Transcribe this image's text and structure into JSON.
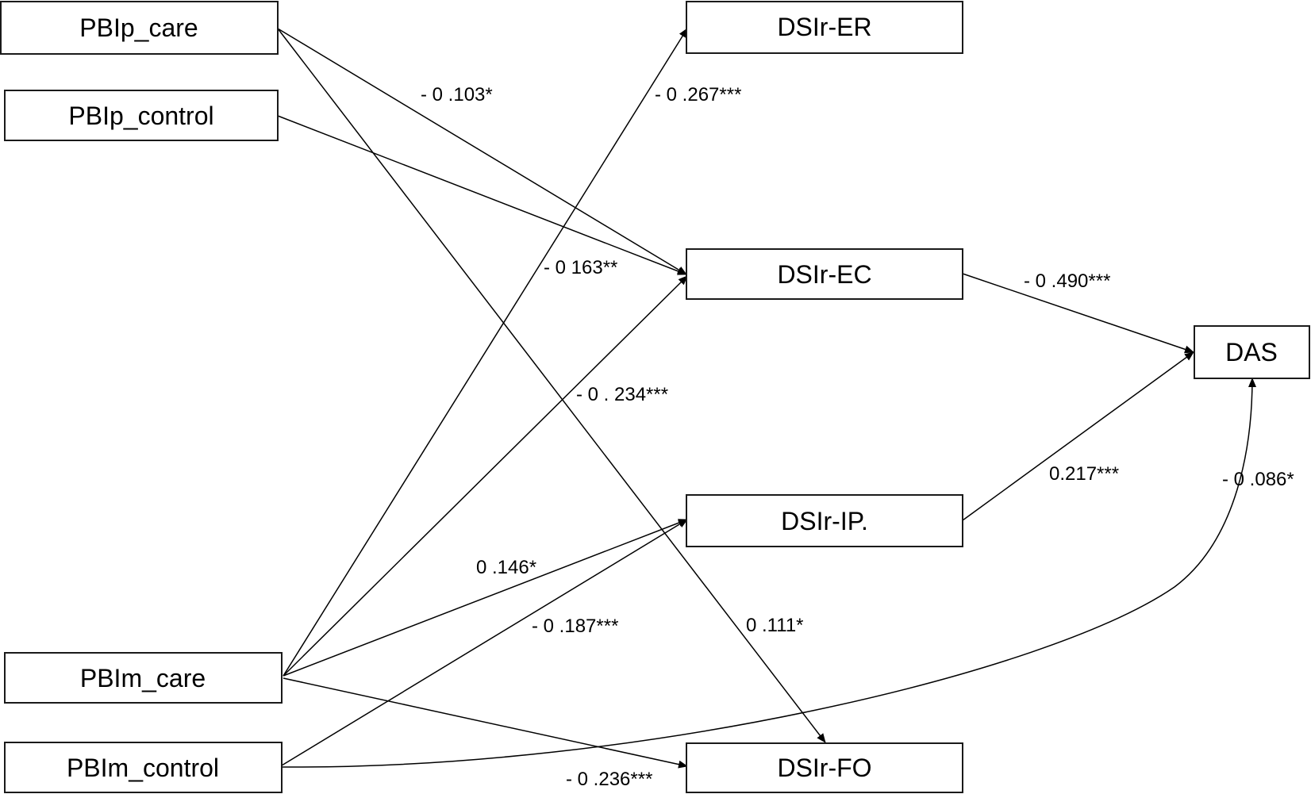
{
  "diagram": {
    "type": "path-model",
    "colors": {
      "line": "#000000",
      "box_border": "#1a1a1a",
      "background": "#ffffff"
    },
    "nodes": [
      {
        "id": "pbip_care",
        "label": "PBIp_care"
      },
      {
        "id": "pbip_control",
        "label": "PBIp_control"
      },
      {
        "id": "pbim_care",
        "label": "PBIm_care"
      },
      {
        "id": "pbim_control",
        "label": "PBIm_control"
      },
      {
        "id": "dsir_er",
        "label": "DSIr-ER"
      },
      {
        "id": "dsir_ec",
        "label": "DSIr-EC"
      },
      {
        "id": "dsir_ip",
        "label": "DSIr-IP."
      },
      {
        "id": "dsir_fo",
        "label": "DSIr-FO"
      },
      {
        "id": "das",
        "label": "DAS"
      }
    ],
    "edges": [
      {
        "from": "pbip_care",
        "to": "dsir_ec",
        "label": "- 0 .103*"
      },
      {
        "from": "pbip_care",
        "to": "dsir_fo",
        "label": "0 .111*"
      },
      {
        "from": "pbip_control",
        "to": "dsir_ec",
        "label": "- 0 163**"
      },
      {
        "from": "pbim_care",
        "to": "dsir_er",
        "label": "- 0 .267***"
      },
      {
        "from": "pbim_care",
        "to": "dsir_ec",
        "label": "- 0 . 234***"
      },
      {
        "from": "pbim_care",
        "to": "dsir_ip",
        "label": "0 .146*"
      },
      {
        "from": "pbim_care",
        "to": "dsir_fo",
        "label": "- 0 .236***"
      },
      {
        "from": "pbim_control",
        "to": "dsir_ip",
        "label": "- 0 .187***"
      },
      {
        "from": "pbim_control",
        "to": "das",
        "label": "- 0 .086*"
      },
      {
        "from": "dsir_ec",
        "to": "das",
        "label": "- 0 .490***"
      },
      {
        "from": "dsir_ip",
        "to": "das",
        "label": "0.217***"
      }
    ]
  }
}
